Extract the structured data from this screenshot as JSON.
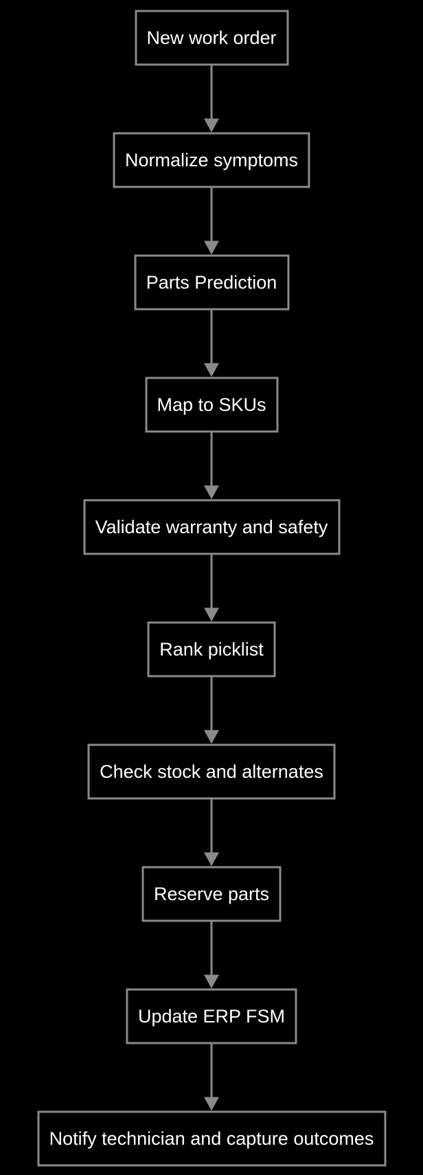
{
  "diagram": {
    "type": "flowchart",
    "direction": "top-to-bottom",
    "colors": {
      "background": "#000000",
      "node_border": "#8a8a8a",
      "node_text": "#ffffff",
      "edge": "#8a8a8a"
    },
    "nodes": [
      {
        "id": "new-work-order",
        "label": "New work order"
      },
      {
        "id": "normalize-symptoms",
        "label": "Normalize symptoms"
      },
      {
        "id": "parts-prediction",
        "label": "Parts Prediction"
      },
      {
        "id": "map-to-skus",
        "label": "Map to SKUs"
      },
      {
        "id": "validate-warranty-safety",
        "label": "Validate warranty and safety"
      },
      {
        "id": "rank-picklist",
        "label": "Rank picklist"
      },
      {
        "id": "check-stock-alternates",
        "label": "Check stock and alternates"
      },
      {
        "id": "reserve-parts",
        "label": "Reserve parts"
      },
      {
        "id": "update-erp-fsm",
        "label": "Update ERP FSM"
      },
      {
        "id": "notify-technician",
        "label": "Notify technician and capture outcomes"
      }
    ],
    "edges": [
      {
        "from": "new-work-order",
        "to": "normalize-symptoms"
      },
      {
        "from": "normalize-symptoms",
        "to": "parts-prediction"
      },
      {
        "from": "parts-prediction",
        "to": "map-to-skus"
      },
      {
        "from": "map-to-skus",
        "to": "validate-warranty-safety"
      },
      {
        "from": "validate-warranty-safety",
        "to": "rank-picklist"
      },
      {
        "from": "rank-picklist",
        "to": "check-stock-alternates"
      },
      {
        "from": "check-stock-alternates",
        "to": "reserve-parts"
      },
      {
        "from": "reserve-parts",
        "to": "update-erp-fsm"
      },
      {
        "from": "update-erp-fsm",
        "to": "notify-technician"
      }
    ]
  }
}
